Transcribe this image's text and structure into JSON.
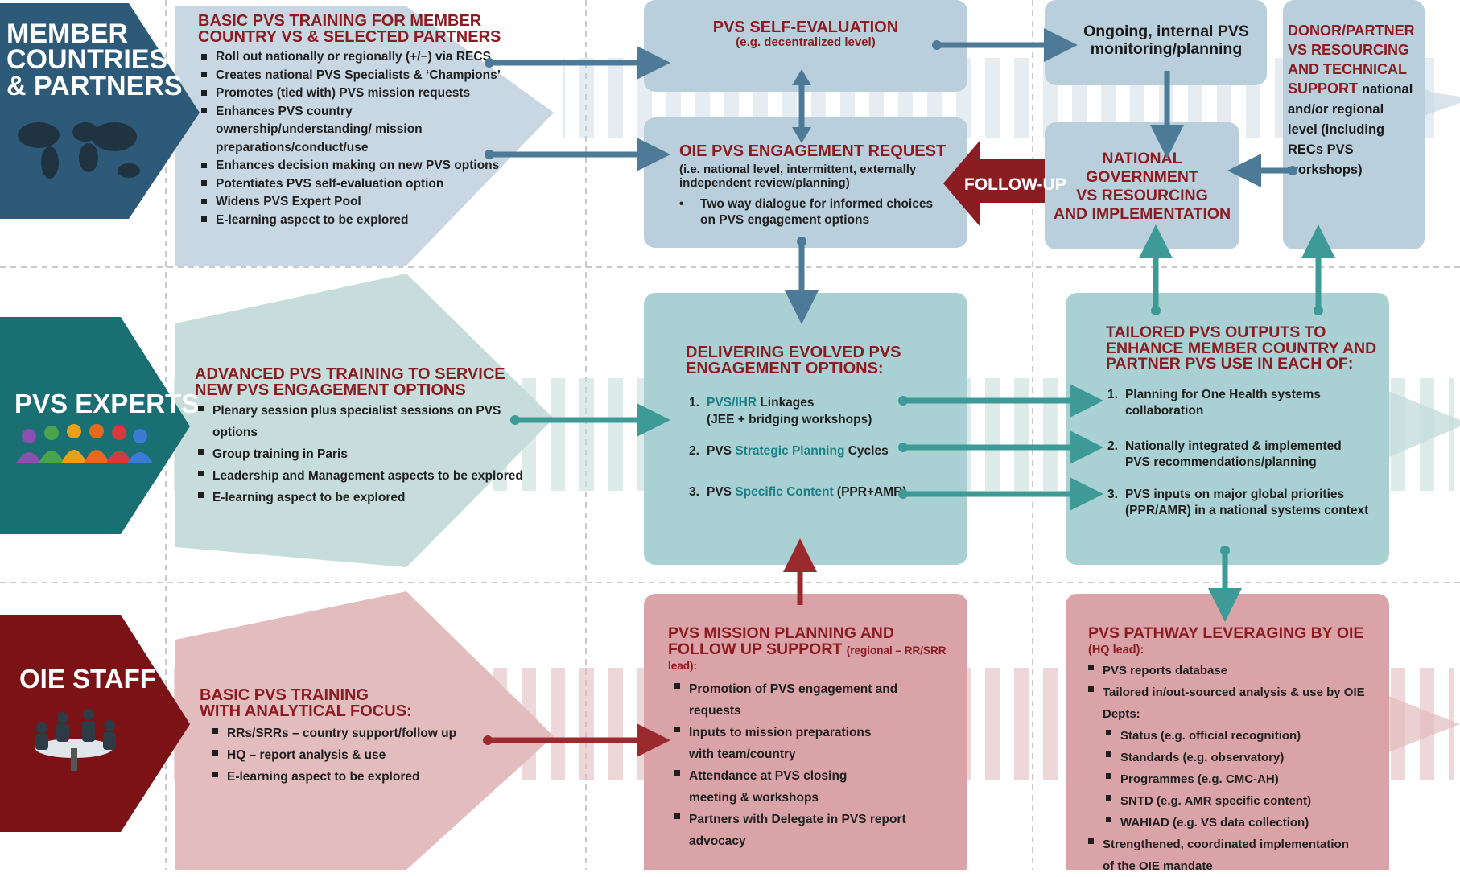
{
  "colors": {
    "blue_dark": "#2d5a78",
    "teal_dark": "#1a6f73",
    "red_dark": "#7a1216",
    "panel_blue": "#b9cfdc",
    "panel_teal": "#a9d0d2",
    "panel_red": "#d9a3a7",
    "arrow_blue": "#4c7a97",
    "arrow_teal": "#3e9a96",
    "arrow_red": "#9a2a2e",
    "heading_red": "#8b1c22"
  },
  "icons": [
    "world-map-icon",
    "people-group-icon",
    "meeting-table-icon",
    "double-arrow-icon",
    "follow-up-arrow-icon"
  ],
  "rows": {
    "member": {
      "label": [
        "MEMBER",
        "COUNTRIES",
        "& PARTNERS"
      ],
      "title": [
        "BASIC PVS TRAINING FOR MEMBER",
        "COUNTRY VS & SELECTED PARTNERS"
      ],
      "bullets": [
        "Roll out nationally or regionally (+/−) via RECS",
        "Creates national PVS Specialists & ‘Champions’",
        "Promotes (tied with) PVS mission requests",
        "Enhances PVS country ownership/understanding/ mission preparations/conduct/use",
        "Enhances decision making on new PVS options",
        "Potentiates PVS self-evaluation option",
        "Widens PVS Expert Pool",
        "E-learning aspect to be explored"
      ]
    },
    "experts": {
      "label": [
        "PVS EXPERTS"
      ],
      "title": [
        "ADVANCED PVS TRAINING TO SERVICE",
        "NEW PVS ENGAGEMENT OPTIONS"
      ],
      "bullets": [
        "Plenary session plus specialist sessions on PVS options",
        "Group training in Paris",
        "Leadership and Management aspects to be explored",
        "E-learning aspect to be explored"
      ]
    },
    "staff": {
      "label": [
        "OIE STAFF"
      ],
      "title": [
        "BASIC PVS TRAINING",
        "WITH ANALYTICAL FOCUS:"
      ],
      "bullets": [
        "RRs/SRRs – country support/follow up",
        "HQ – report analysis & use",
        "E-learning aspect to be explored"
      ]
    }
  },
  "boxes": {
    "self_eval": {
      "title": "PVS SELF-EVALUATION",
      "sub": "(e.g. decentralized level)"
    },
    "engagement": {
      "title": "OIE PVS ENGAGEMENT REQUEST",
      "sub": "(i.e. national level, intermittent, externally independent review/planning)",
      "bullet": "Two way dialogue for informed choices on PVS engagement options"
    },
    "monitoring": {
      "text": "Ongoing, internal PVS monitoring/planning"
    },
    "national": {
      "title": [
        "NATIONAL",
        "GOVERNMENT",
        "VS RESOURCING",
        "AND IMPLEMENTATION"
      ]
    },
    "donor": {
      "title": "DONOR/PARTNER VS RESOURCING AND TECHNICAL SUPPORT",
      "rest": "national and/or regional level (including RECs PVS workshops)"
    },
    "follow_up": "FOLLOW-UP",
    "delivering": {
      "title": [
        "DELIVERING EVOLVED PVS",
        "ENGAGEMENT OPTIONS:"
      ],
      "items": [
        {
          "n": "1.",
          "hl": "PVS/IHR",
          "after": " Linkages",
          "line2": "(JEE + bridging workshops)"
        },
        {
          "n": "2.",
          "before": "PVS ",
          "hl": "Strategic Planning",
          "after": " Cycles"
        },
        {
          "n": "3.",
          "before": "PVS ",
          "hl": "Specific Content",
          "after": " (PPR+AMR)"
        }
      ]
    },
    "tailored": {
      "title": [
        "TAILORED PVS OUTPUTS TO",
        "ENHANCE MEMBER COUNTRY AND",
        "PARTNER PVS USE IN EACH OF:"
      ],
      "items": [
        {
          "n": "1.",
          "l1": "Planning for One Health systems",
          "l2": "collaboration"
        },
        {
          "n": "2.",
          "l1": "Nationally integrated & implemented",
          "l2": "PVS recommendations/planning"
        },
        {
          "n": "3.",
          "l1": "PVS inputs on major global priorities",
          "l2": "(PPR/AMR) in a national systems context"
        }
      ]
    },
    "mission": {
      "title": [
        "PVS MISSION PLANNING AND",
        "FOLLOW UP SUPPORT"
      ],
      "title_note": "(regional – RR/SRR lead):",
      "bullets": [
        "Promotion of PVS engagement and requests",
        "Inputs to mission preparations with team/country",
        "Attendance at PVS closing meeting & workshops",
        "Partners with Delegate in PVS report advocacy"
      ]
    },
    "pathway": {
      "title": "PVS PATHWAY LEVERAGING BY OIE",
      "title_note": "(HQ lead):",
      "bullets": [
        "PVS reports database",
        "Tailored in/out-sourced analysis & use by OIE Depts:"
      ],
      "sub_bullets": [
        "Status (e.g. official recognition)",
        "Standards (e.g. observatory)",
        "Programmes (e.g. CMC-AH)",
        "SNTD (e.g. AMR specific content)",
        "WAHIAD  (e.g. VS data collection)"
      ],
      "last_bullet": "Strengthened, coordinated implementation of the OIE mandate"
    }
  }
}
